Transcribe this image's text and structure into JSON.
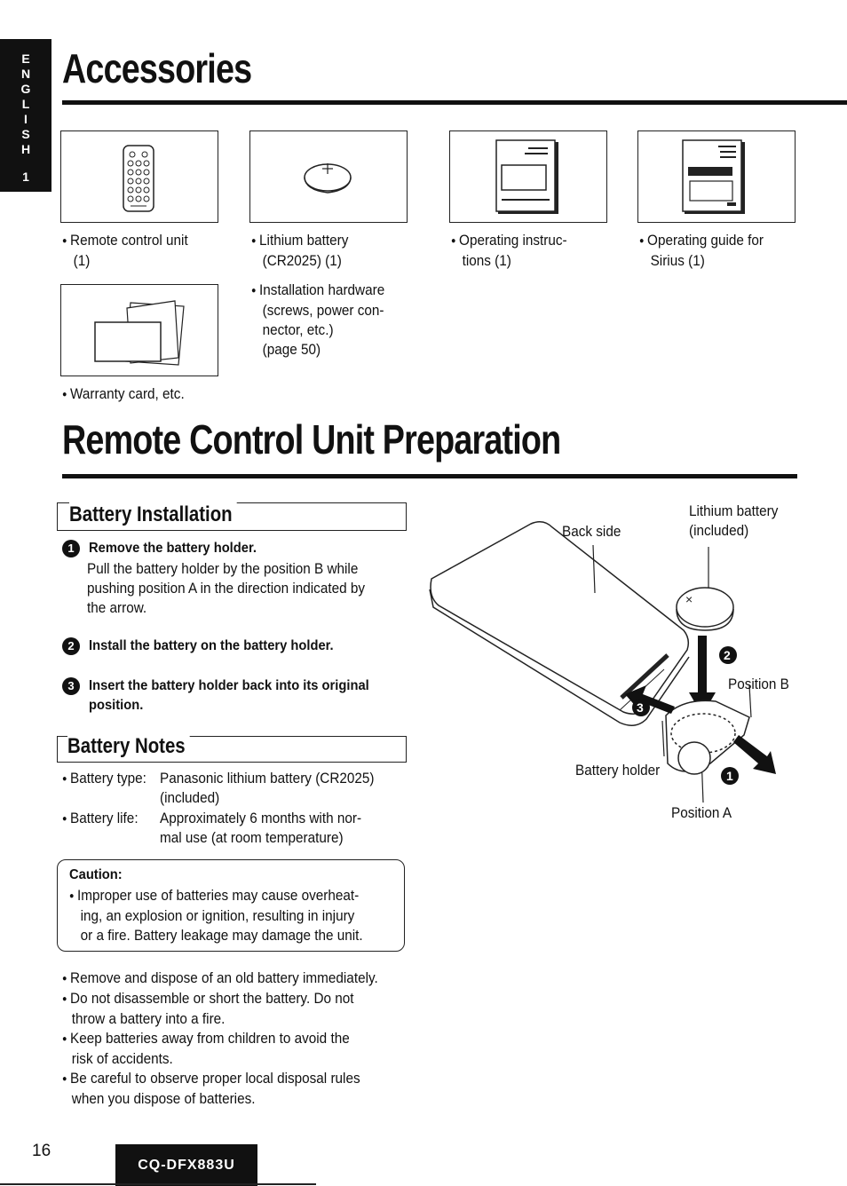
{
  "side_tab": {
    "letters": [
      "E",
      "N",
      "G",
      "L",
      "I",
      "S",
      "H"
    ],
    "number": "1"
  },
  "accessories": {
    "title": "Accessories",
    "items": [
      {
        "caption_lines": [
          "Remote control unit",
          "(1)"
        ],
        "icon": "remote-icon"
      },
      {
        "caption_lines": [
          "Lithium battery",
          "(CR2025) (1)"
        ],
        "icon": "coin-battery-icon"
      },
      {
        "caption_lines": [
          "Operating instruc-",
          "tions (1)"
        ],
        "icon": "manual-icon"
      },
      {
        "caption_lines": [
          "Operating guide for",
          "Sirius (1)"
        ],
        "icon": "guide-icon"
      },
      {
        "caption_lines": [
          "Warranty card, etc."
        ],
        "icon": "warranty-card-icon"
      },
      {
        "caption_lines": [
          "Installation hardware",
          "(screws, power con-",
          "nector, etc.)",
          "(page 50)"
        ]
      }
    ]
  },
  "section2": {
    "title": "Remote Control Unit Preparation"
  },
  "battery_installation": {
    "heading": "Battery Installation",
    "steps": [
      {
        "num": "1",
        "title": "Remove the battery holder.",
        "body": [
          "Pull the battery holder by the position B while",
          "pushing position A in the direction indicated by",
          "the arrow."
        ]
      },
      {
        "num": "2",
        "title": "Install the battery on the battery holder.",
        "body": []
      },
      {
        "num": "3",
        "title": "Insert the battery holder back into its original",
        "title2": "position.",
        "body": []
      }
    ]
  },
  "battery_notes": {
    "heading": "Battery Notes",
    "type_label": "Battery type:",
    "type_value": [
      "Panasonic lithium battery (CR2025)",
      "(included)"
    ],
    "life_label": "Battery life:",
    "life_value": [
      "Approximately 6 months with nor-",
      "mal use (at room temperature)"
    ],
    "caution_title": "Caution:",
    "caution_lines": [
      "Improper use of batteries may cause overheat-",
      "ing, an explosion or ignition, resulting in injury",
      "or a fire. Battery leakage may damage the unit."
    ],
    "bullets": [
      [
        "Remove and dispose of an old battery immediately."
      ],
      [
        "Do not disassemble or short the battery. Do not",
        "throw a battery into a fire."
      ],
      [
        "Keep batteries away from children to avoid the",
        "risk of accidents."
      ],
      [
        "Be careful to observe proper local disposal rules",
        "when you dispose of batteries."
      ]
    ]
  },
  "diagram": {
    "back_side": "Back side",
    "lithium": [
      "Lithium battery",
      "(included)"
    ],
    "position_b": "Position B",
    "battery_holder": "Battery holder",
    "position_a": "Position A",
    "n1": "1",
    "n2": "2",
    "n3": "3"
  },
  "footer": {
    "page": "16",
    "model": "CQ-DFX883U"
  }
}
